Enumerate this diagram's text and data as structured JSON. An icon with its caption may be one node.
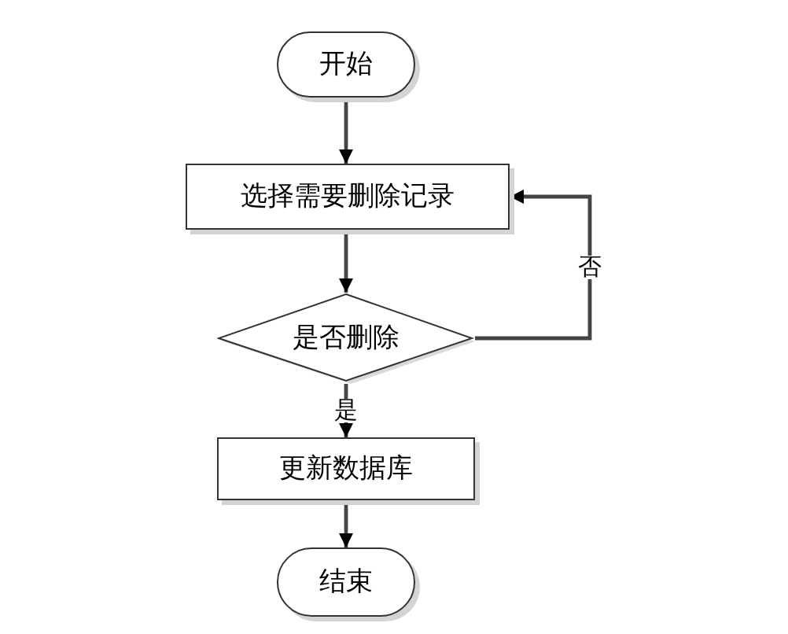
{
  "diagram": {
    "nodes": [
      {
        "text": [
          "开始"
        ]
      },
      {
        "text": [
          "选择需要删除记录"
        ]
      },
      {
        "text": [
          "是否删除"
        ]
      },
      {
        "text": [
          "更新数据库"
        ]
      },
      {
        "text": [
          "结束"
        ]
      }
    ],
    "edges": [
      {
        "from": 0,
        "to": 1,
        "arrow": "to"
      },
      {
        "from": 1,
        "to": 2,
        "arrow": "to"
      },
      {
        "from": 2,
        "to": 3,
        "arrow": "to",
        "label": "是"
      },
      {
        "from": 2,
        "to": 1,
        "arrow": "to",
        "label": "否"
      },
      {
        "from": 3,
        "to": 4,
        "arrow": "to"
      }
    ]
  }
}
